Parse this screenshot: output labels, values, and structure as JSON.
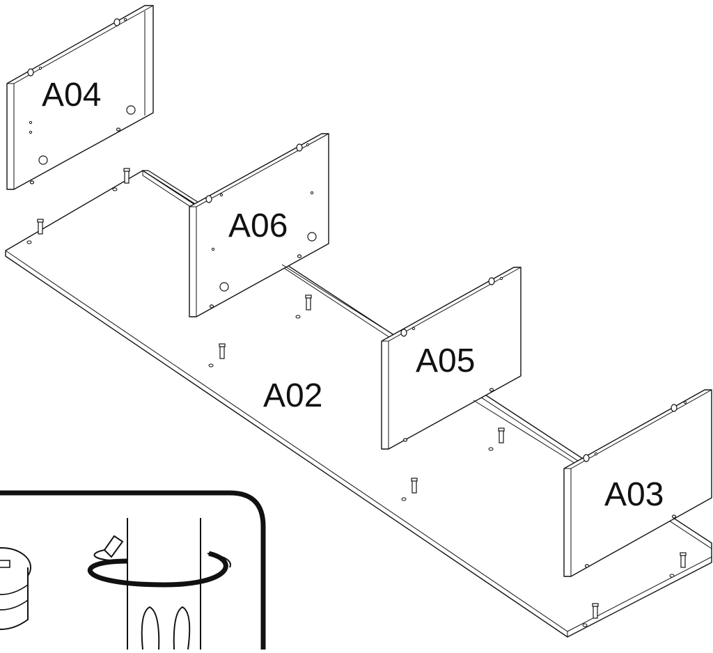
{
  "diagram": {
    "type": "furniture-assembly-step",
    "parts": [
      {
        "id": "A02",
        "label": "A02",
        "role": "base-board"
      },
      {
        "id": "A03",
        "label": "A03",
        "role": "side-panel"
      },
      {
        "id": "A04",
        "label": "A04",
        "role": "side-panel"
      },
      {
        "id": "A05",
        "label": "A05",
        "role": "divider-panel"
      },
      {
        "id": "A06",
        "label": "A06",
        "role": "divider-panel"
      }
    ],
    "callout": {
      "icons": [
        "cam-lock-icon",
        "rotate-arrow-icon",
        "screwdriver-icon"
      ]
    },
    "colors": {
      "line": "#111111",
      "background": "#ffffff"
    }
  }
}
